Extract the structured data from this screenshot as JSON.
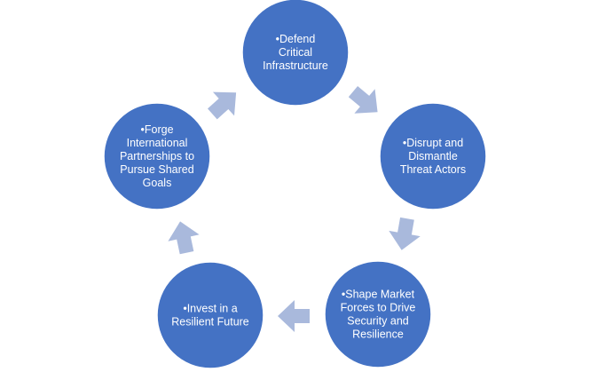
{
  "diagram": {
    "type": "cycle",
    "colors": {
      "node_fill": "#4472c4",
      "node_stroke": "#ffffff",
      "arrow_fill": "#a9b9dc",
      "text": "#ffffff",
      "background": "#ffffff"
    },
    "nodes": [
      {
        "id": "defend",
        "lines": [
          "•Defend",
          "Critical",
          "Infrastructure"
        ]
      },
      {
        "id": "disrupt",
        "lines": [
          "•Disrupt and",
          "Dismantle",
          "Threat Actors"
        ]
      },
      {
        "id": "shape",
        "lines": [
          "•Shape Market",
          "Forces to Drive",
          "Security and",
          "Resilience"
        ]
      },
      {
        "id": "invest",
        "lines": [
          "•Invest in a",
          "Resilient Future"
        ]
      },
      {
        "id": "forge",
        "lines": [
          "•Forge",
          "International",
          "Partnerships to",
          "Pursue Shared",
          "Goals"
        ]
      }
    ],
    "arrows": [
      {
        "from": "defend",
        "to": "disrupt",
        "icon": "arrow-right-down-icon"
      },
      {
        "from": "disrupt",
        "to": "shape",
        "icon": "arrow-down-icon"
      },
      {
        "from": "shape",
        "to": "invest",
        "icon": "arrow-left-icon"
      },
      {
        "from": "invest",
        "to": "forge",
        "icon": "arrow-up-icon"
      },
      {
        "from": "forge",
        "to": "defend",
        "icon": "arrow-up-right-icon"
      }
    ]
  }
}
